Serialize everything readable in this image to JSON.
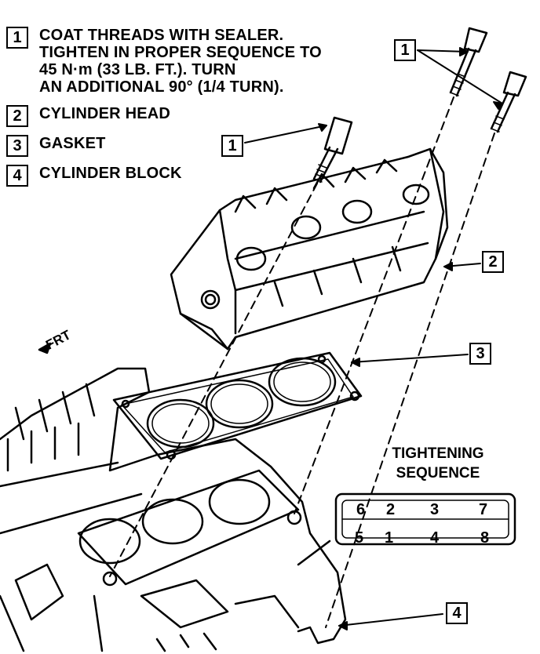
{
  "legend": [
    {
      "num": "1",
      "text": "COAT THREADS WITH SEALER.\nTIGHTEN IN PROPER SEQUENCE TO\n45 N·m (33 LB. FT.). TURN\nAN ADDITIONAL 90° (1/4 TURN)."
    },
    {
      "num": "2",
      "text": "CYLINDER HEAD"
    },
    {
      "num": "3",
      "text": "GASKET"
    },
    {
      "num": "4",
      "text": "CYLINDER BLOCK"
    }
  ],
  "callouts": {
    "bolt_left": "1",
    "bolt_right": "1",
    "head": "2",
    "gasket": "3",
    "block": "4"
  },
  "front_label": "FRT",
  "tightening_sequence": {
    "title_line1": "TIGHTENING",
    "title_line2": "SEQUENCE",
    "top_row": [
      "6",
      "2",
      "3",
      "7"
    ],
    "bottom_row": [
      "5",
      "1",
      "4",
      "8"
    ]
  }
}
